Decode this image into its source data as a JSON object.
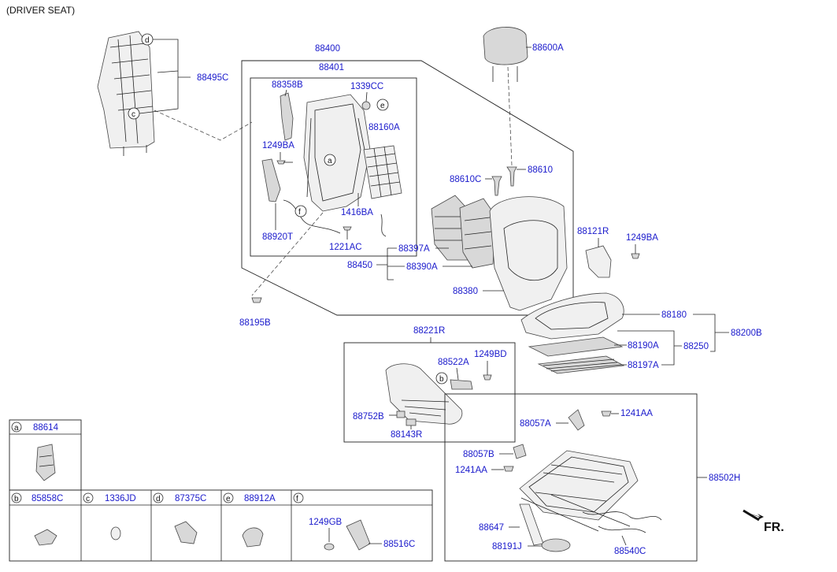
{
  "header": {
    "title": "(DRIVER SEAT)"
  },
  "labels": {
    "p88495C": "88495C",
    "p88400": "88400",
    "p88401": "88401",
    "p88358B": "88358B",
    "p1339CC": "1339CC",
    "p88160A": "88160A",
    "p1249BA_a": "1249BA",
    "p1416BA": "1416BA",
    "p88920T": "88920T",
    "p1221AC": "1221AC",
    "p88195B": "88195B",
    "p88600A": "88600A",
    "p88610C": "88610C",
    "p88610": "88610",
    "p88397A": "88397A",
    "p88450": "88450",
    "p88390A": "88390A",
    "p88380": "88380",
    "p88121R": "88121R",
    "p1249BA_b": "1249BA",
    "p88180": "88180",
    "p88200B": "88200B",
    "p88190A": "88190A",
    "p88250": "88250",
    "p88197A": "88197A",
    "p88221R": "88221R",
    "p88522A": "88522A",
    "p1249BD": "1249BD",
    "p88752B": "88752B",
    "p88143R": "88143R",
    "p88057A_a": "88057A",
    "p1241AA_a": "1241AA",
    "p88057B": "88057B",
    "p1241AA_b": "1241AA",
    "p88502H": "88502H",
    "p88647": "88647",
    "p88191J": "88191J",
    "p88540C": "88540C"
  },
  "callouts": {
    "a": "a",
    "b": "b",
    "c": "c",
    "d": "d",
    "e": "e",
    "f": "f"
  },
  "legend": {
    "a": {
      "letter": "a",
      "part": "88614"
    },
    "b": {
      "letter": "b",
      "part": "85858C"
    },
    "c": {
      "letter": "c",
      "part": "1336JD"
    },
    "d": {
      "letter": "d",
      "part": "87375C"
    },
    "e": {
      "letter": "e",
      "part": "88912A"
    },
    "f": {
      "letter": "f",
      "part": "1249GB",
      "part2": "88516C"
    }
  },
  "direction": {
    "label": "FR."
  },
  "colors": {
    "label": "#1a1acc",
    "line": "#222222"
  }
}
